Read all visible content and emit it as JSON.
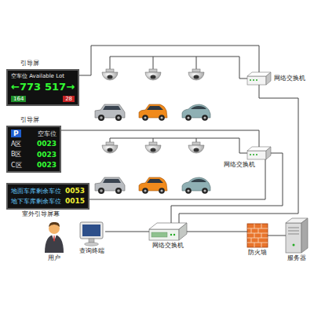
{
  "diagram": {
    "nodes": [
      {
        "text": [
          "引导屏",
          "空车位 Available Lot",
          "←773",
          "517→",
          "164",
          "28"
        ]
      },
      {
        "text": [
          "网络交换机"
        ]
      },
      {
        "text": [
          "引导屏",
          "P",
          "空车位",
          "A区",
          "0023",
          "B区",
          "0023",
          "C区",
          "0023"
        ]
      },
      {
        "text": [
          "网络交换机"
        ]
      },
      {
        "text": [
          "地面车库剩余车位",
          "0053",
          "地下车库剩余车位",
          "0015",
          "室外引导屏幕"
        ]
      },
      {
        "text": [
          "用户"
        ]
      },
      {
        "text": [
          "查询终端"
        ]
      },
      {
        "text": [
          "网络交换机"
        ]
      },
      {
        "text": [
          "防火墙"
        ]
      },
      {
        "text": [
          "服务器"
        ]
      }
    ],
    "edges": [
      {
        "from": 0,
        "to": 1,
        "arrow": "none"
      },
      {
        "from": 2,
        "to": 3,
        "arrow": "none"
      },
      {
        "from": 4,
        "to": 3,
        "arrow": "none"
      },
      {
        "from": 1,
        "to": 7,
        "arrow": "none"
      },
      {
        "from": 3,
        "to": 7,
        "arrow": "none"
      },
      {
        "from": 6,
        "to": 7,
        "arrow": "none"
      },
      {
        "from": 7,
        "to": 8,
        "arrow": "none"
      },
      {
        "from": 8,
        "to": 9,
        "arrow": "none"
      }
    ]
  }
}
